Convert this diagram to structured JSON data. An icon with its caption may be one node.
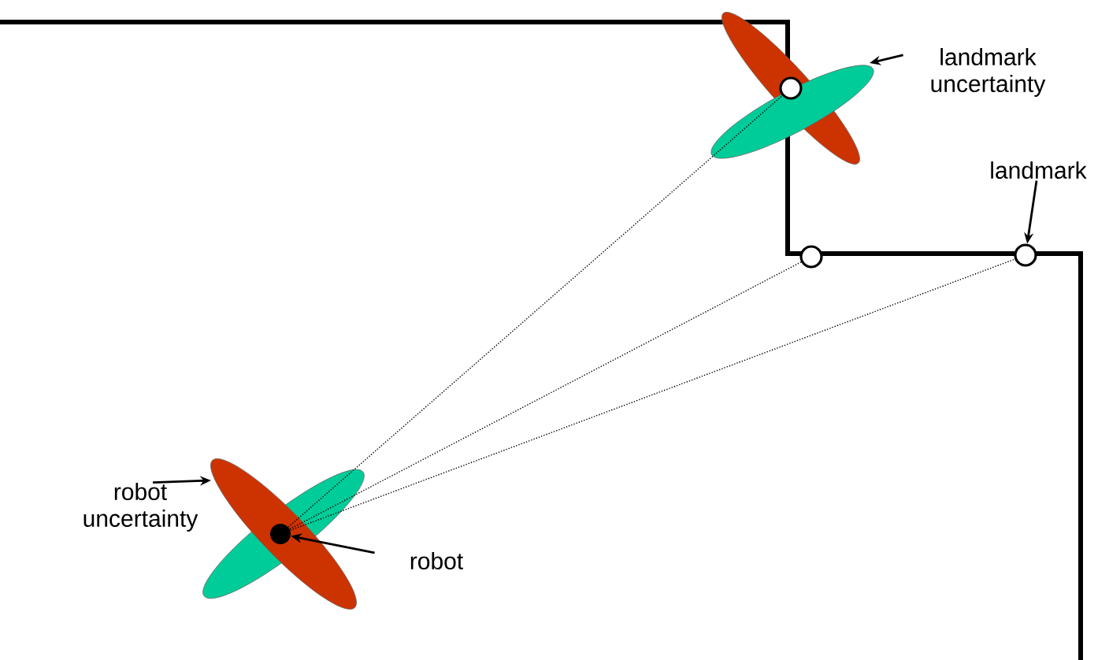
{
  "diagram": {
    "nodes": [
      {
        "text": [
          "landmark uncertainty"
        ]
      },
      {
        "text": [],
        "shape": "ellipse"
      },
      {
        "text": [],
        "shape": "circle",
        "in": 1
      },
      {
        "text": [
          "landmark"
        ]
      },
      {
        "text": [],
        "shape": "circle"
      },
      {
        "text": [],
        "shape": "circle"
      },
      {
        "text": [
          "robot uncertainty"
        ]
      },
      {
        "text": [],
        "shape": "ellipse"
      },
      {
        "text": [],
        "shape": "circle",
        "in": 7
      },
      {
        "text": [
          "robot"
        ]
      }
    ],
    "edges": [
      {
        "from": 0,
        "to": 1,
        "arrow": "to"
      },
      {
        "from": 3,
        "to": 5,
        "arrow": "to"
      },
      {
        "from": 6,
        "to": 7,
        "arrow": "to"
      },
      {
        "from": 9,
        "to": 8,
        "arrow": "to"
      },
      {
        "from": 8,
        "to": 2,
        "arrow": "none",
        "style": "dashed"
      },
      {
        "from": 8,
        "to": 4,
        "arrow": "none",
        "style": "dashed"
      },
      {
        "from": 8,
        "to": 5,
        "arrow": "none",
        "style": "dashed"
      }
    ]
  }
}
